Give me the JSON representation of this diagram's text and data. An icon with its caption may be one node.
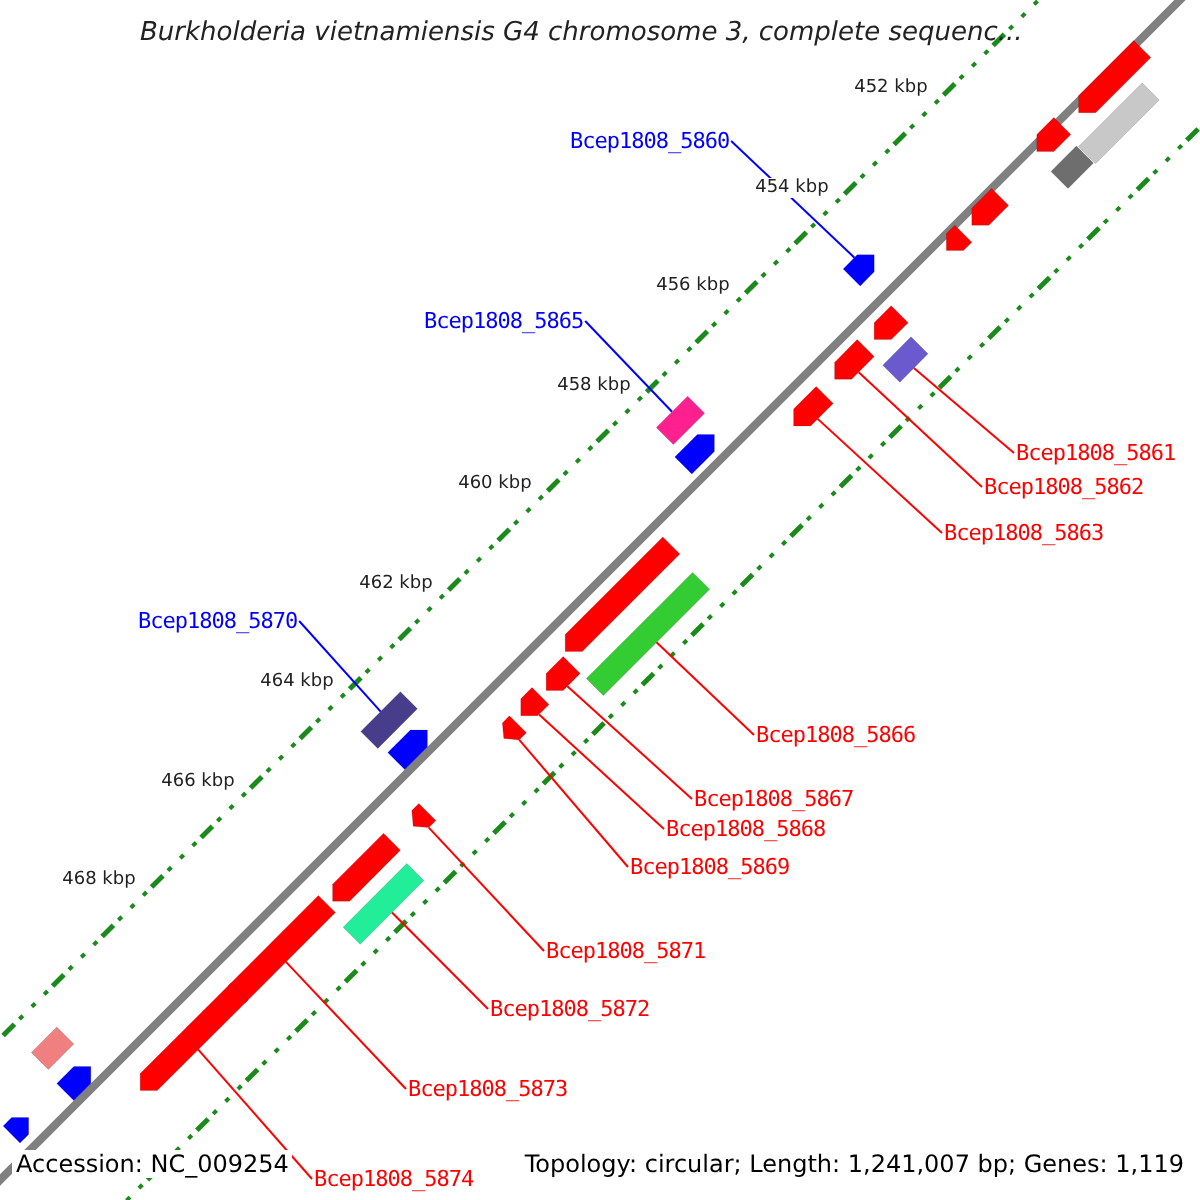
{
  "diagram": {
    "title": "Burkholderia vietnamiensis G4 chromosome 3, complete sequenc...",
    "nodes": [
      {
        "text": [
          "Bcep1808_5860"
        ]
      },
      {
        "text": [],
        "shape": "bar"
      },
      {
        "text": [
          "Bcep1808_5865"
        ]
      },
      {
        "text": [],
        "shape": "bar"
      },
      {
        "text": [
          "Bcep1808_5861"
        ]
      },
      {
        "text": [],
        "shape": "bar"
      },
      {
        "text": [
          "Bcep1808_5862"
        ]
      },
      {
        "text": [],
        "shape": "bar"
      },
      {
        "text": [
          "Bcep1808_5863"
        ]
      },
      {
        "text": [],
        "shape": "bar"
      },
      {
        "text": [
          "Bcep1808_5870"
        ]
      },
      {
        "text": [],
        "shape": "bar"
      },
      {
        "text": [
          "Bcep1808_5866"
        ]
      },
      {
        "text": [],
        "shape": "bar"
      },
      {
        "text": [
          "Bcep1808_5867"
        ]
      },
      {
        "text": [],
        "shape": "bar"
      },
      {
        "text": [
          "Bcep1808_5868"
        ]
      },
      {
        "text": [],
        "shape": "bar"
      },
      {
        "text": [
          "Bcep1808_5869"
        ]
      },
      {
        "text": [],
        "shape": "bar"
      },
      {
        "text": [
          "Bcep1808_5871"
        ]
      },
      {
        "text": [],
        "shape": "bar"
      },
      {
        "text": [
          "Bcep1808_5872"
        ]
      },
      {
        "text": [],
        "shape": "bar"
      },
      {
        "text": [
          "Bcep1808_5873"
        ]
      },
      {
        "text": [],
        "shape": "bar"
      },
      {
        "text": [
          "Bcep1808_5874"
        ]
      },
      {
        "text": [],
        "shape": "bar"
      },
      {
        "text": [],
        "shape": "bar"
      },
      {
        "text": [],
        "shape": "bar"
      },
      {
        "text": [],
        "shape": "bar"
      },
      {
        "text": [],
        "shape": "bar"
      },
      {
        "text": [],
        "shape": "bar"
      },
      {
        "text": [],
        "shape": "bar"
      },
      {
        "text": [],
        "shape": "bar"
      },
      {
        "text": [],
        "shape": "bar"
      },
      {
        "text": [],
        "shape": "bar"
      },
      {
        "text": [],
        "shape": "bar"
      },
      {
        "text": [],
        "shape": "bar"
      },
      {
        "text": [],
        "shape": "bar"
      },
      {
        "text": [],
        "shape": "bar"
      },
      {
        "text": [],
        "shape": "bar"
      }
    ],
    "edges": [
      {
        "from": 0,
        "to": 1,
        "arrow": "none",
        "color": "#0000ff"
      },
      {
        "from": 2,
        "to": 3,
        "arrow": "none",
        "color": "#0000ff"
      },
      {
        "from": 4,
        "to": 5,
        "arrow": "none"
      },
      {
        "from": 6,
        "to": 7,
        "arrow": "none"
      },
      {
        "from": 8,
        "to": 9,
        "arrow": "none"
      },
      {
        "from": 10,
        "to": 11,
        "arrow": "none",
        "color": "#0000ff"
      },
      {
        "from": 12,
        "to": 13,
        "arrow": "none"
      },
      {
        "from": 14,
        "to": 15,
        "arrow": "none"
      },
      {
        "from": 16,
        "to": 17,
        "arrow": "none"
      },
      {
        "from": 18,
        "to": 19,
        "arrow": "none"
      },
      {
        "from": 20,
        "to": 21,
        "arrow": "none"
      },
      {
        "from": 22,
        "to": 23,
        "arrow": "none"
      },
      {
        "from": 24,
        "to": 25,
        "arrow": "none"
      },
      {
        "from": 26,
        "to": 27,
        "arrow": "none"
      }
    ],
    "labels": [
      "452 kbp",
      "454 kbp",
      "456 kbp",
      "458 kbp",
      "460 kbp",
      "462 kbp",
      "464 kbp",
      "466 kbp",
      "468 kbp",
      "Accession: NC_009254",
      "Topology: circular; Length: 1,241,007 bp; Genes: 1,119"
    ]
  }
}
